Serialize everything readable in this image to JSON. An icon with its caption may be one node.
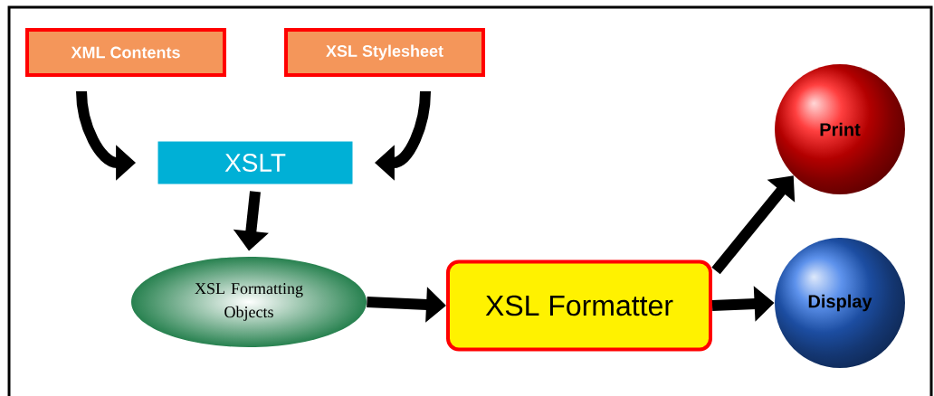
{
  "diagram": {
    "nodes": [
      {
        "text": [
          "XML Contents"
        ]
      },
      {
        "text": [
          "XSL Stylesheet"
        ]
      },
      {
        "text": [
          "XSLT"
        ]
      },
      {
        "text": [
          "XSL Formatting Objects"
        ]
      },
      {
        "text": [
          "XSL Formatter"
        ]
      },
      {
        "text": [
          "Print"
        ]
      },
      {
        "text": [
          "Display"
        ]
      }
    ],
    "edges": [
      {
        "from": 0,
        "to": 2,
        "arrow": "to"
      },
      {
        "from": 1,
        "to": 2,
        "arrow": "to"
      },
      {
        "from": 2,
        "to": 3,
        "arrow": "to"
      },
      {
        "from": 3,
        "to": 4,
        "arrow": "to"
      },
      {
        "from": 4,
        "to": 5,
        "arrow": "to"
      },
      {
        "from": 4,
        "to": 6,
        "arrow": "to"
      }
    ]
  }
}
